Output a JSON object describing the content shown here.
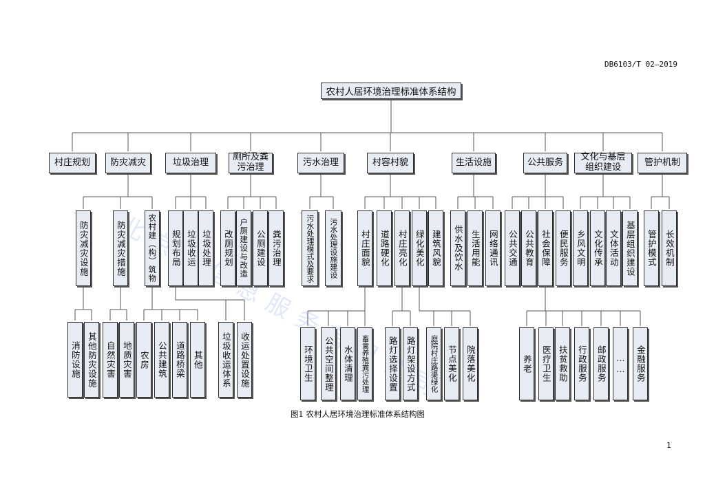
{
  "header": {
    "doc_code": "DB6103/T 02—2019"
  },
  "watermark": {
    "text": "北京中信息服务有限公司"
  },
  "diagram": {
    "root": "农村人居环境治理标准体系结构",
    "level1": [
      "村庄规划",
      "防灾减灾",
      "垃圾治理",
      "厕所及粪污治理",
      "污水治理",
      "村容村貌",
      "生活设施",
      "公共服务",
      "文化与基层组织建设",
      "管护机制"
    ],
    "level2": [
      "防灾减灾设施",
      "防灾减灾措施",
      "农村建（构）筑物",
      "规划布局",
      "垃圾收运",
      "垃圾处理",
      "改厕规划",
      "户厕建设与改造",
      "公厕建设",
      "粪污治理",
      "污水处理模式及要求",
      "污水处理设施建设",
      "村庄面貌",
      "道路硬化",
      "村庄亮化",
      "绿化美化",
      "建筑风貌",
      "供水及饮水",
      "生活用能",
      "网络通讯",
      "公共交通",
      "公共教育",
      "社会保障",
      "便民服务",
      "乡风文明",
      "文化传承",
      "文体活动",
      "基层组织建设",
      "管护模式",
      "长效机制"
    ],
    "level3": [
      "消防设施",
      "其他防灾设施",
      "自然灾害",
      "地质灾害",
      "农房",
      "公共建筑",
      "道路桥梁",
      "其他",
      "垃圾收运体系",
      "收运处置设施",
      "环境卫生",
      "公共空间整理",
      "水体清理",
      "畜禽养殖粪污处理",
      "路灯选择设置",
      "路灯架设方式",
      "庭院村庄路渠绿化",
      "节点美化",
      "院落美化",
      "养老",
      "医疗卫生",
      "扶贫救助",
      "行政服务",
      "邮政服务",
      "……",
      "金融服务"
    ]
  },
  "caption": "图1 农村人居环境治理标准体系结构图",
  "page_number": "1",
  "colors": {
    "box_fill": "#e8ecf5",
    "line": "#555555",
    "watermark": "#9db2e0"
  }
}
